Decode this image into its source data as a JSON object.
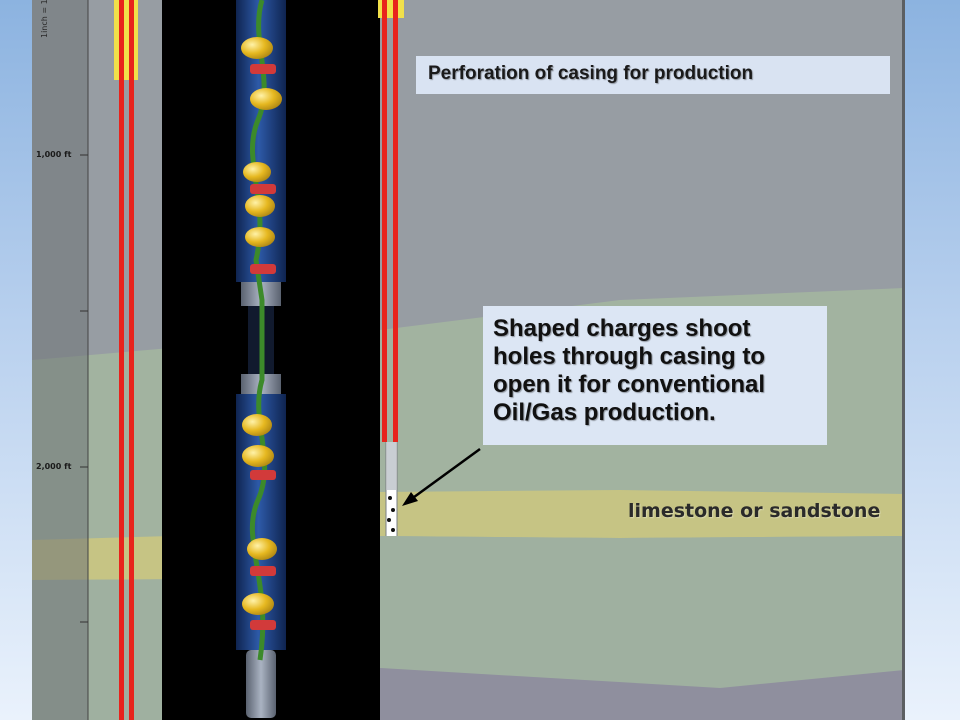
{
  "slide": {
    "title": "Perforation of casing for production",
    "note": "Shaped charges shoot holes through casing to open it for conventional Oil/Gas production.",
    "layer_label": "limestone or sandstone"
  },
  "depth_scale": {
    "scale_note": "1inch = 1",
    "ticks": [
      "1,000 ft",
      "2,000 ft"
    ]
  },
  "colors": {
    "casing": "#e8231c",
    "cement": "#f1e04a",
    "sandstone": "#c7c585",
    "upper_rock": "#9aa0a4",
    "lower_rock": "#a3b3a1",
    "perf_gun_body": "#1d3c7a",
    "charge": "#e6b820",
    "charge_band": "#d23a3a"
  },
  "icons": [
    "pointer-arrow-icon",
    "perforation-hole-icon"
  ]
}
